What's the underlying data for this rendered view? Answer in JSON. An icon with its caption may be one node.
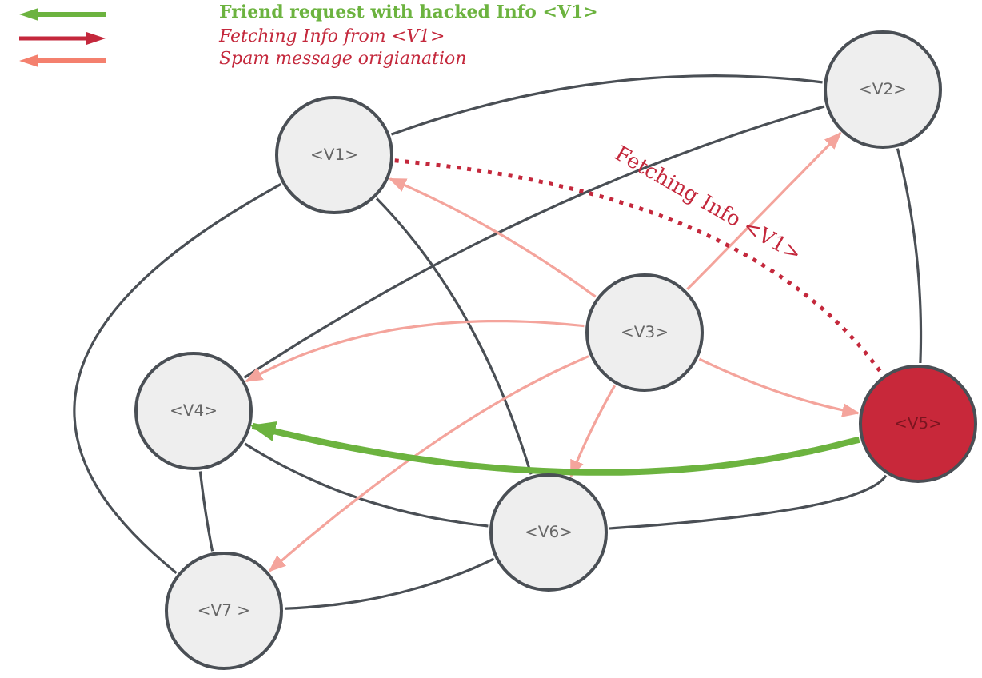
{
  "diagram": {
    "nodes": [
      {
        "text": [
          "<V1>"
        ]
      },
      {
        "text": [
          "<V2>"
        ]
      },
      {
        "text": [
          "<V3>"
        ]
      },
      {
        "text": [
          "<V4>"
        ]
      },
      {
        "text": [
          "<V5>"
        ]
      },
      {
        "text": [
          "<V6>"
        ]
      },
      {
        "text": [
          "<V7 >"
        ]
      }
    ],
    "edges": [
      {
        "from": 0,
        "to": 1,
        "arrow": "none"
      },
      {
        "from": 0,
        "to": 6,
        "arrow": "none"
      },
      {
        "from": 0,
        "to": 5,
        "arrow": "none"
      },
      {
        "from": 1,
        "to": 3,
        "arrow": "none"
      },
      {
        "from": 1,
        "to": 4,
        "arrow": "none"
      },
      {
        "from": 3,
        "to": 5,
        "arrow": "none"
      },
      {
        "from": 3,
        "to": 6,
        "arrow": "none"
      },
      {
        "from": 5,
        "to": 6,
        "arrow": "none"
      },
      {
        "from": 5,
        "to": 4,
        "arrow": "none"
      },
      {
        "from": 2,
        "to": 0,
        "arrow": "to",
        "color": "#f4a49c"
      },
      {
        "from": 2,
        "to": 1,
        "arrow": "to",
        "color": "#f4a49c"
      },
      {
        "from": 2,
        "to": 3,
        "arrow": "to",
        "color": "#f4a49c"
      },
      {
        "from": 2,
        "to": 4,
        "arrow": "to",
        "color": "#f4a49c"
      },
      {
        "from": 2,
        "to": 5,
        "arrow": "to",
        "color": "#f4a49c"
      },
      {
        "from": 2,
        "to": 6,
        "arrow": "to",
        "color": "#f4a49c"
      },
      {
        "from": 4,
        "to": 3,
        "arrow": "to",
        "style": "thick",
        "color": "#6cb33f"
      },
      {
        "from": 0,
        "to": 4,
        "arrow": "none",
        "style": "dashed",
        "color": "#c4283c",
        "label": "Fetching Info <V1>"
      }
    ],
    "legend": [
      {
        "text": "Friend request with hacked Info <V1>"
      },
      {
        "text": "Fetching Info from <V1>"
      },
      {
        "text": "Spam message origianation"
      }
    ]
  }
}
